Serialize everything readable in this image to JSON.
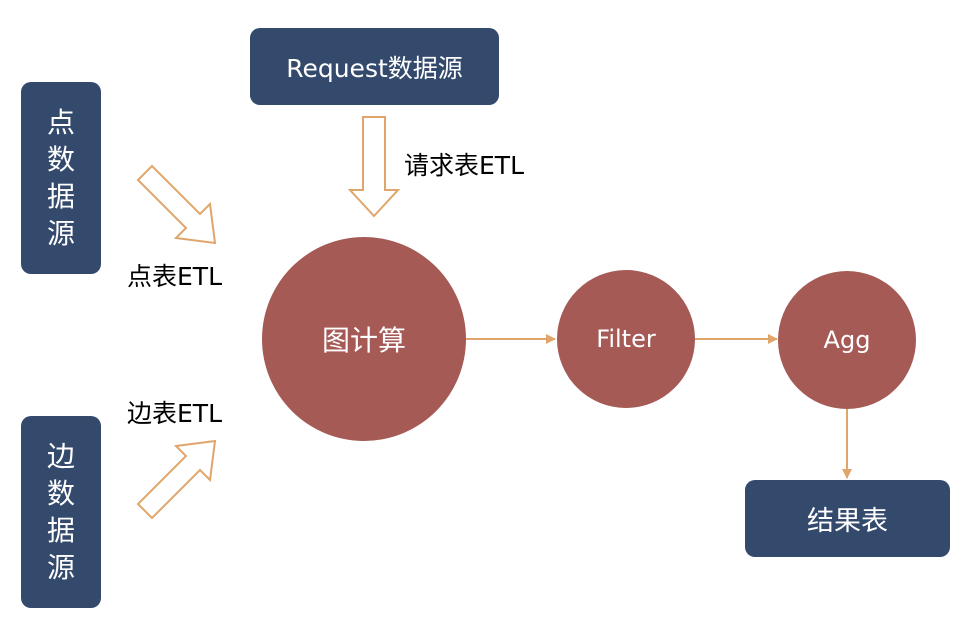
{
  "nodes": {
    "point_source": [
      "点",
      "数",
      "据",
      "源"
    ],
    "edge_source": [
      "边",
      "数",
      "据",
      "源"
    ],
    "request_source": "Request数据源",
    "graph_compute": "图计算",
    "filter": "Filter",
    "agg": "Agg",
    "result_table": "结果表"
  },
  "edge_labels": {
    "point_etl": "点表ETL",
    "edge_etl": "边表ETL",
    "request_etl": "请求表ETL"
  },
  "colors": {
    "box": "#344a6d",
    "circle": "#a55a56",
    "arrow": "#e0a56a"
  }
}
